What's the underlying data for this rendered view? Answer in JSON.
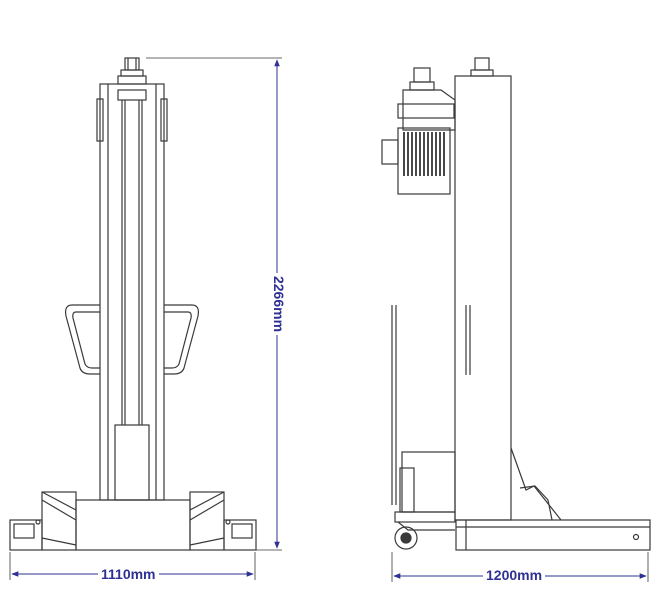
{
  "colors": {
    "line": "#3a3a3a",
    "dimension": "#2e3192",
    "motor": "#1a1a1a",
    "background": "#ffffff"
  },
  "dimensions": {
    "front_width": "1110mm",
    "height": "2266mm",
    "side_width": "1200mm"
  }
}
